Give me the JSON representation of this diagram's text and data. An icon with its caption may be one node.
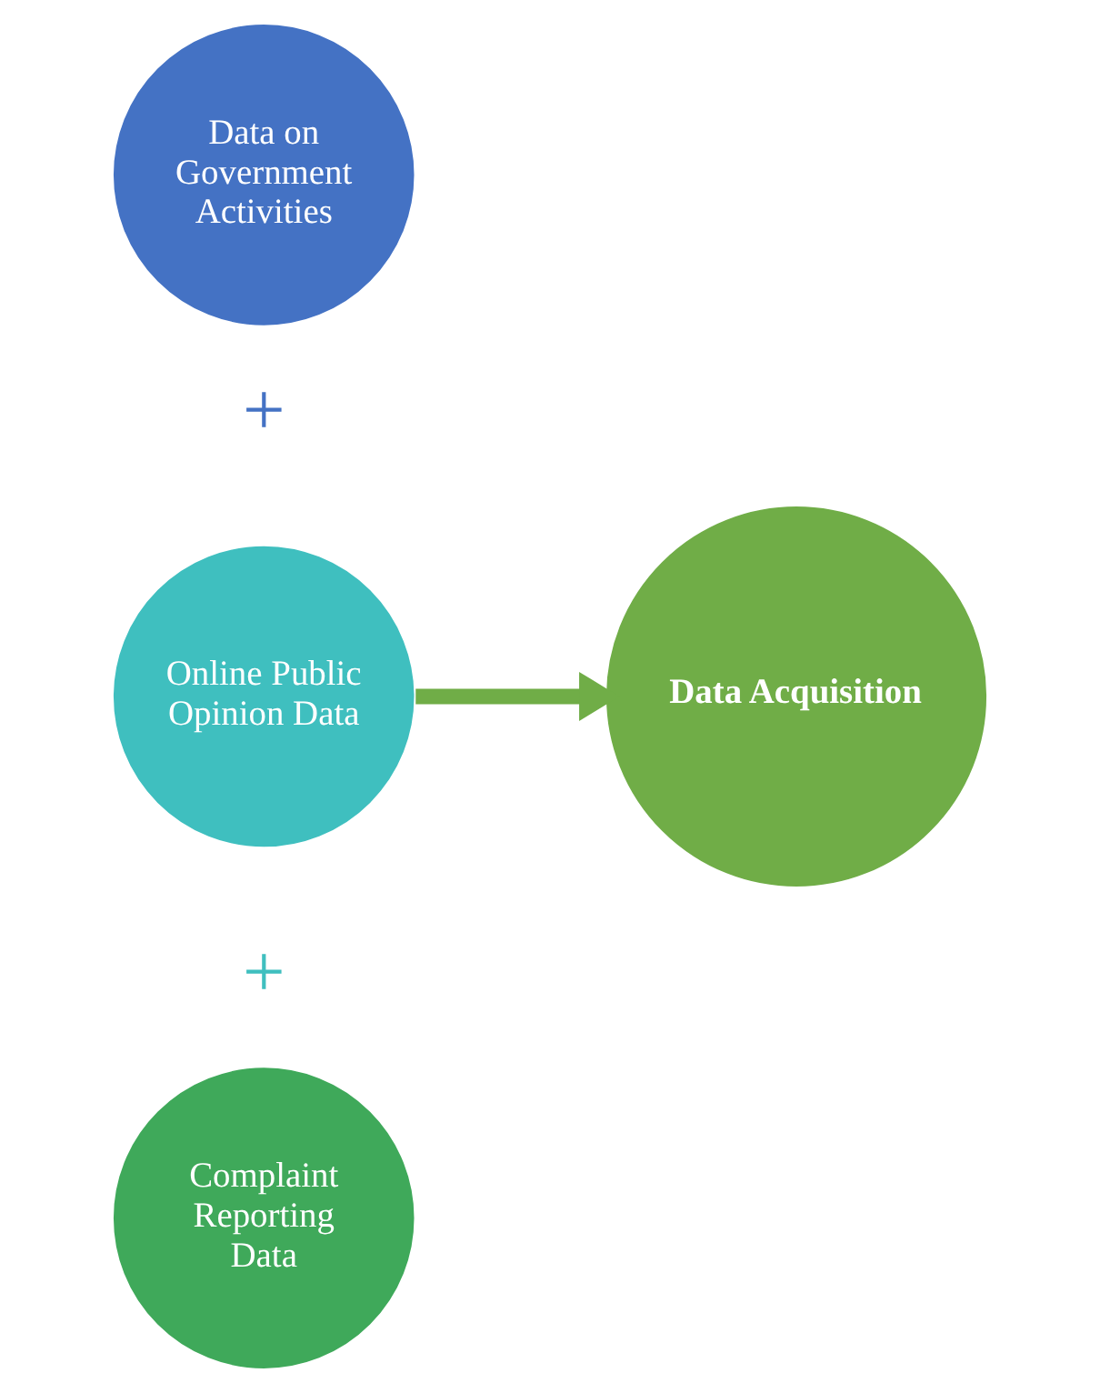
{
  "diagram": {
    "nodes": [
      {
        "text": [
          "Data on Government Activities"
        ]
      },
      {
        "text": [
          "Online Public Opinion Data"
        ]
      },
      {
        "text": [
          "Complaint Reporting Data"
        ]
      },
      {
        "text": [
          "Data Acquisition"
        ]
      }
    ],
    "edges": [
      {
        "from": 1,
        "to": 3,
        "arrow": "to"
      }
    ],
    "labels": [
      "+",
      "+"
    ]
  }
}
